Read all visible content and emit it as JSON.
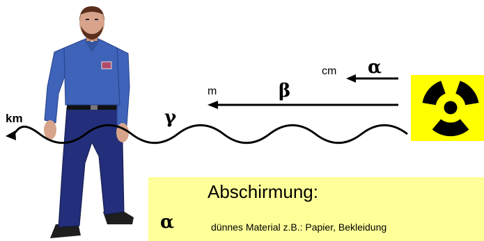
{
  "ranges": {
    "alpha": {
      "symbol": "α",
      "unit": "cm"
    },
    "beta": {
      "symbol": "β",
      "unit": "m"
    },
    "gamma": {
      "symbol": "γ",
      "unit": "km"
    }
  },
  "shielding": {
    "title": "Abschirmung:",
    "rows": [
      {
        "symbol": "α",
        "text": "dünnes Material  z.B.:  Papier, Bekleidung"
      }
    ]
  },
  "colors": {
    "shield_box": "#ffff99",
    "hazard_box": "#ffff00",
    "shirt": "#3f63b8",
    "trousers": "#232f7a"
  }
}
